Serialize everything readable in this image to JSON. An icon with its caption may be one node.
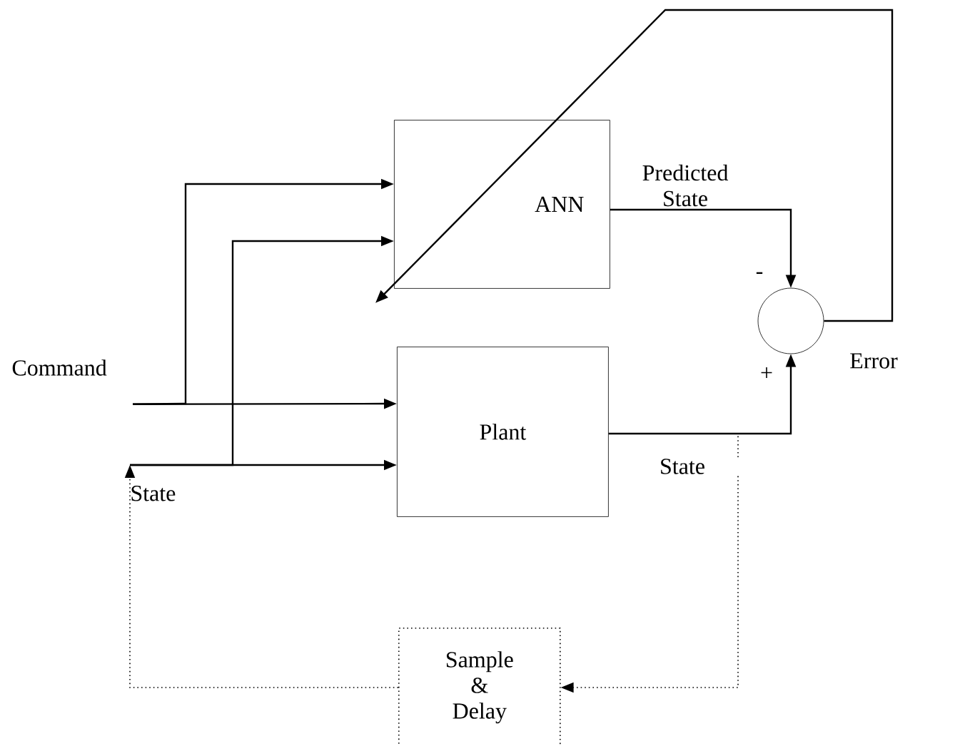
{
  "diagram": {
    "nodes": [
      {
        "text": [
          "ANN"
        ]
      },
      {
        "text": [
          "Plant"
        ]
      },
      {
        "text": [],
        "shape": "circle"
      },
      {
        "text": [
          "Sample & Delay"
        ]
      },
      {
        "text": [
          "Command"
        ]
      },
      {
        "text": [
          "State"
        ]
      }
    ],
    "edges": [
      {
        "from": 4,
        "to": 0,
        "arrow": "to"
      },
      {
        "from": 4,
        "to": 1,
        "arrow": "to"
      },
      {
        "from": 5,
        "to": 0,
        "arrow": "to"
      },
      {
        "from": 5,
        "to": 1,
        "arrow": "to"
      },
      {
        "from": 0,
        "to": 2,
        "arrow": "to",
        "label": "Predicted State"
      },
      {
        "from": 1,
        "to": 2,
        "arrow": "to",
        "label": "State"
      },
      {
        "from": 2,
        "to": 0,
        "arrow": "to",
        "label": "Error"
      },
      {
        "from": 1,
        "to": 3,
        "arrow": "to",
        "style": "dashed"
      },
      {
        "from": 3,
        "to": 5,
        "arrow": "to",
        "style": "dashed"
      }
    ],
    "labels": [
      "-",
      "+"
    ]
  }
}
